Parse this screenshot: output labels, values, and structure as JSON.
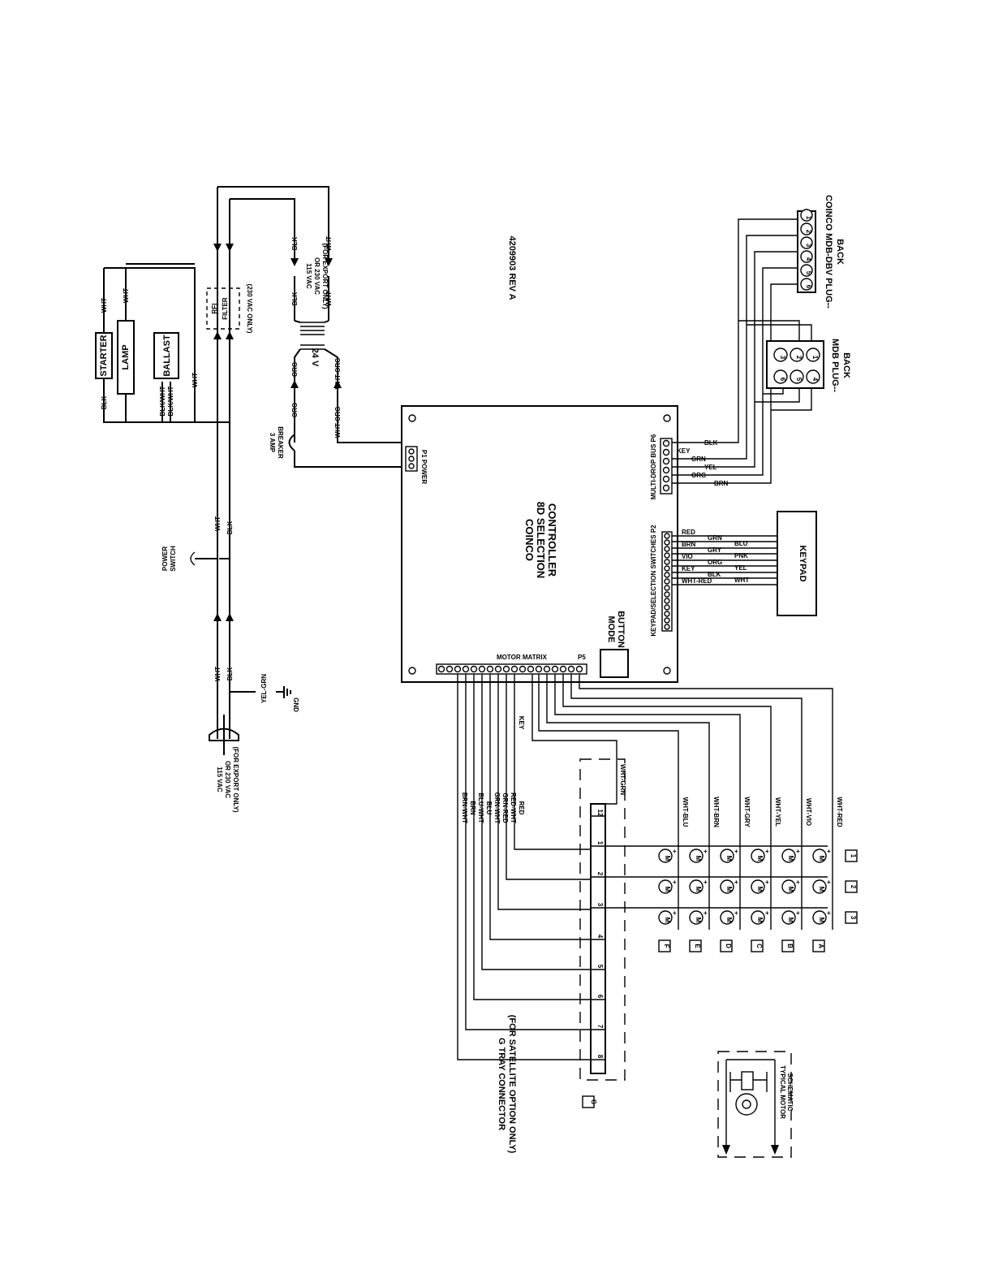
{
  "doc_number": "4209903 REV A",
  "controller": {
    "title": [
      "COINCO",
      "8D SELECTION",
      "CONTROLLER"
    ],
    "mode_button": [
      "MODE",
      "BUTTON"
    ],
    "p1": "P1 POWER",
    "p6": "MULTI-DROP BUS P6",
    "p2": "KEYPAD/SELECTION SWITCHES P2",
    "matrix": "MOTOR MATRIX",
    "p5": "P5"
  },
  "power": {
    "lamp_circuit": {
      "starter": "STARTER",
      "lamp": "LAMP",
      "ballast": "BALLAST",
      "wires": [
        "BLK",
        "WHT",
        "WHT",
        "BLK/WHT",
        "BLK/WHT",
        "WHT"
      ]
    },
    "rfi": [
      "RFI",
      "FILTER"
    ],
    "rfi_note": "(230 VAC ONLY)",
    "transformer_in": [
      "115 VAC",
      "OR 230 VAC",
      "(FOR EXPORT ONLY)"
    ],
    "transformer_out": "24 V",
    "transformer_wires": [
      "BLK",
      "WHT",
      "BLK",
      "WHT",
      "ORG",
      "WHT-ORG",
      "ORG",
      "WHT-ORG"
    ],
    "breaker": [
      "3 AMP",
      "BREAKER"
    ],
    "switch": [
      "POWER",
      "SWITCH"
    ],
    "line_wires": [
      "WHT",
      "BLK",
      "WHT",
      "BLK",
      "YEL-GRN"
    ],
    "gnd": "GND",
    "plug_note": [
      "115 VAC",
      "OR 230 VAC",
      "(FOR EXPORT ONLY)"
    ]
  },
  "mdb_dbv": {
    "pins": [
      "6",
      "5",
      "4",
      "3",
      "2",
      "1"
    ],
    "label": [
      "COINCO MDB-DBV PLUG--",
      "BACK"
    ]
  },
  "mdb_plug": {
    "pins": [
      "6",
      "5",
      "4",
      "3",
      "2",
      "1"
    ],
    "label": [
      "MDB PLUG--",
      "BACK"
    ]
  },
  "bus_wires": [
    "BLK",
    "KEY",
    "GRN",
    "YEL",
    "ORG",
    "BRN"
  ],
  "keypad": {
    "label": "KEYPAD",
    "left_wires": [
      "RED",
      "BRN",
      "VIO",
      "KEY",
      "WHT-RED"
    ],
    "mid_wires": [
      "GRN",
      "GRY",
      "ORG",
      "BLK"
    ],
    "right_wires": [
      "BLU",
      "PNK",
      "YEL",
      "WHT"
    ]
  },
  "matrix_wires": [
    "BRN-WHT",
    "BRN",
    "BLU-WHT",
    "BLU",
    "GRN-WHT",
    "GRN-RED",
    "RED-WHT",
    "RED",
    "KEY",
    "WHT-GRN"
  ],
  "row_wires": [
    "WHT-BLU",
    "WHT-BRN",
    "WHT-GRY",
    "WHT-YEL",
    "WHT-VIO",
    "WHT-RED"
  ],
  "rows": [
    "F",
    "E",
    "D",
    "C",
    "B",
    "A"
  ],
  "columns": [
    "1",
    "2",
    "3"
  ],
  "gtray": {
    "pins": [
      "12",
      "1",
      "2",
      "3",
      "4",
      "5",
      "6",
      "7",
      "8"
    ],
    "tag": "G",
    "label": [
      "G TRAY CONNECTOR",
      "(FOR SATELLITE OPTION ONLY)"
    ]
  },
  "motor": {
    "symbol": "M",
    "schematic_label": [
      "TYPICAL MOTOR",
      "SCHEMATIC"
    ]
  }
}
